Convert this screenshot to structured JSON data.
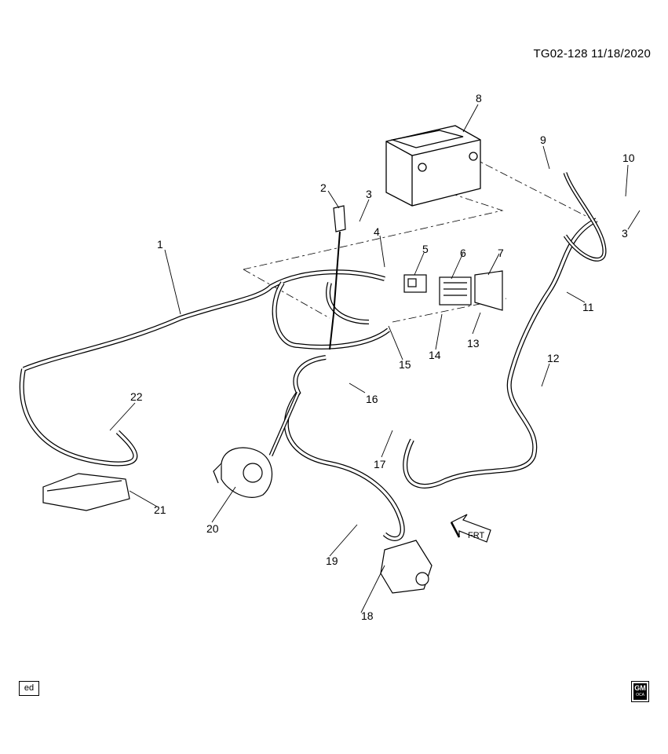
{
  "header": {
    "doc_id": "TG02-128  11/18/2020"
  },
  "callouts": [
    "1",
    "2",
    "3",
    "3",
    "4",
    "5",
    "6",
    "7",
    "8",
    "9",
    "10",
    "11",
    "12",
    "13",
    "14",
    "15",
    "16",
    "17",
    "18",
    "19",
    "20",
    "21",
    "22"
  ],
  "direction_label": "FRT",
  "footer": {
    "ed_tag": "ed",
    "gm_logo": "GM",
    "gm_logo_sub": "OCA"
  }
}
